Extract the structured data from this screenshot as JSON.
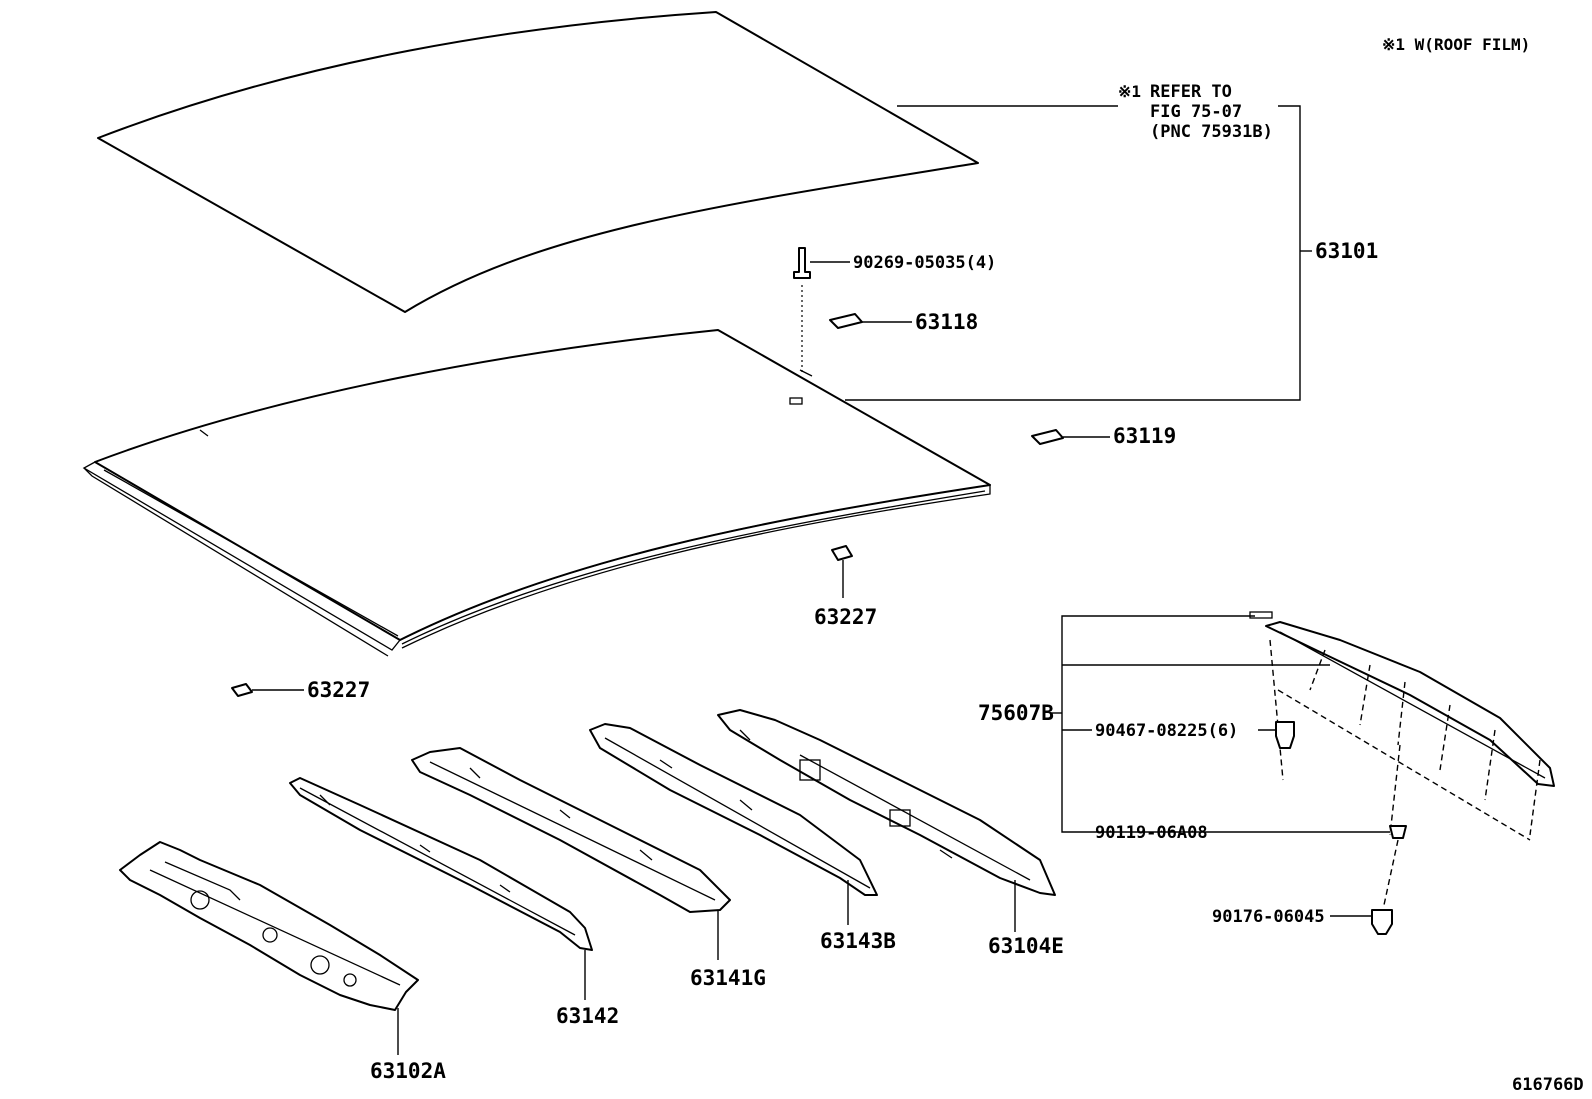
{
  "diagram": {
    "note_top_right": "※1 W(ROOF FILM)",
    "refer_note": {
      "mark": "※1",
      "line1": "REFER TO",
      "line2": "FIG 75-07",
      "line3": "(PNC 75931B)"
    },
    "callouts": {
      "p63101": "63101",
      "p90269": "90269-05035(4)",
      "p63118": "63118",
      "p63119": "63119",
      "p63227_center": "63227",
      "p63227_left": "63227",
      "p75607b": "75607B",
      "p90467": "90467-08225(6)",
      "p90119": "90119-06A08",
      "p90176": "90176-06045",
      "p63102a": "63102A",
      "p63142": "63142",
      "p63141g": "63141G",
      "p63143b": "63143B",
      "p63104e": "63104E"
    },
    "figure_id": "616766D"
  }
}
